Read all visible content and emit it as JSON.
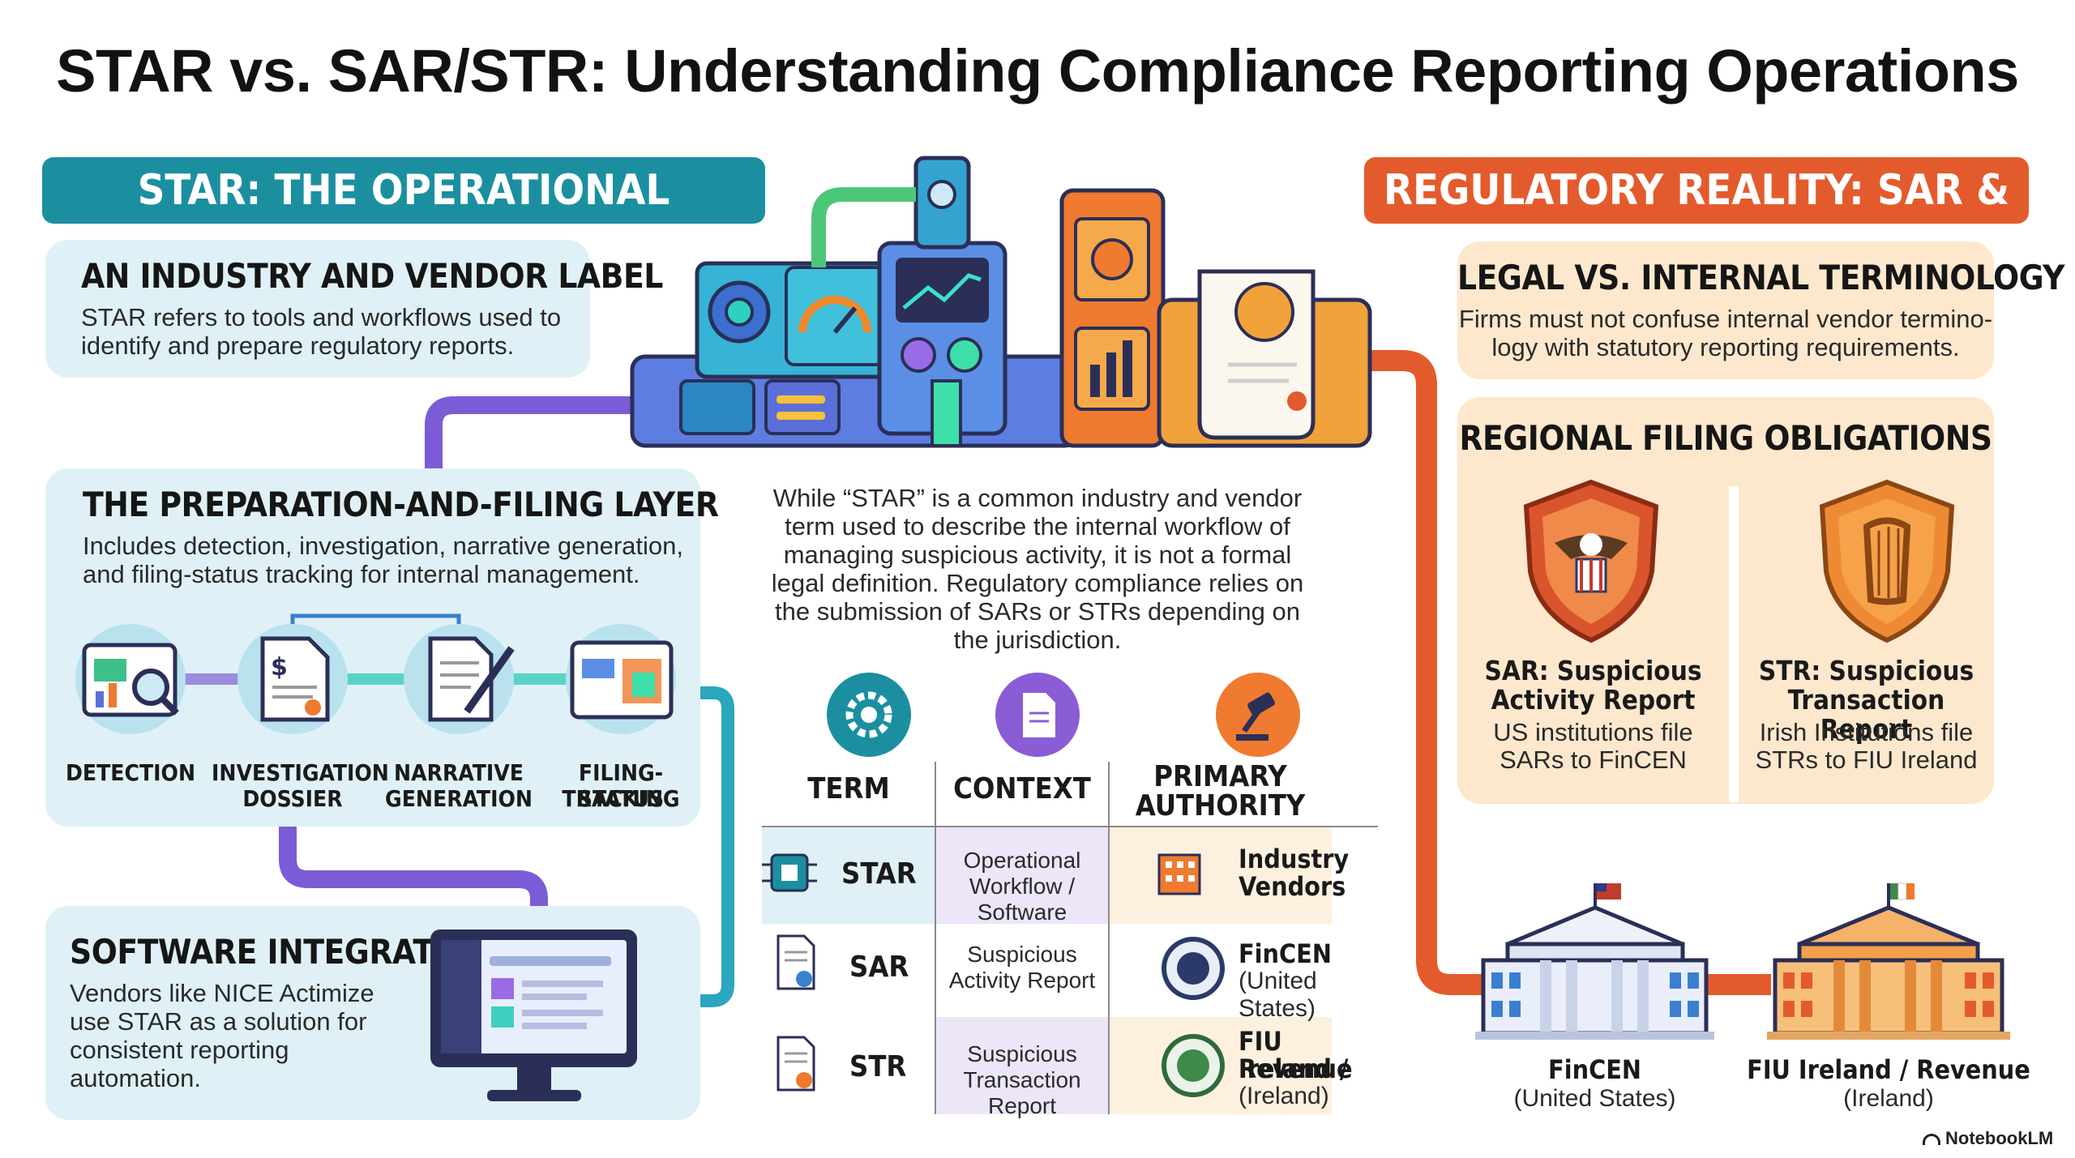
{
  "title": "STAR vs. SAR/STR: Understanding Compliance Reporting Operations",
  "left_banner": "STAR: THE OPERATIONAL WORKFLOW",
  "right_banner": "REGULATORY REALITY: SAR & STR",
  "industry_label": {
    "heading": "AN INDUSTRY AND VENDOR LABEL",
    "text_lines": [
      "STAR refers to tools and workflows used to",
      "identify and prepare regulatory reports."
    ]
  },
  "prep_layer": {
    "heading": "THE PREPARATION-AND-FILING LAYER",
    "text_lines": [
      "Includes detection, investigation, narrative generation,",
      "and filing-status tracking for internal management."
    ],
    "steps": [
      {
        "line1": "DETECTION",
        "line2": "",
        "icon": "magnifier-dashboard-icon"
      },
      {
        "line1": "INVESTIGATION",
        "line2": "DOSSIER",
        "icon": "dossier-document-icon"
      },
      {
        "line1": "NARRATIVE",
        "line2": "GENERATION",
        "icon": "narrative-pen-icon"
      },
      {
        "line1": "FILING-STATUS",
        "line2": "TRACKING",
        "icon": "tracking-screen-icon"
      }
    ]
  },
  "software": {
    "heading": "SOFTWARE INTEGRATION",
    "text_lines": [
      "Vendors like NICE Actimize",
      "use STAR as a solution for",
      "consistent reporting",
      "automation."
    ]
  },
  "center_note_lines": [
    "While “STAR” is a common industry and vendor",
    "term used to describe the internal workflow of",
    "managing suspicious activity, it is not a formal",
    "legal definition. Regulatory compliance relies on",
    "the submission of SARs or STRs depending on",
    "the jurisdiction."
  ],
  "table": {
    "headers": {
      "term": "TERM",
      "context": "CONTEXT",
      "authority_1": "PRIMARY",
      "authority_2": "AUTHORITY"
    },
    "rows": [
      {
        "term": "STAR",
        "context_1": "Operational",
        "context_2": "Workflow / Software",
        "auth_bold_1": "Industry",
        "auth_bold_2": "Vendors",
        "auth_plain": "",
        "icon": "chip-icon"
      },
      {
        "term": "SAR",
        "context_1": "Suspicious",
        "context_2": "Activity Report",
        "auth_bold_1": "FinCEN",
        "auth_bold_2": "",
        "auth_plain": "(United States)",
        "icon": "certificate-icon"
      },
      {
        "term": "STR",
        "context_1": "Suspicious",
        "context_2": "Transaction Report",
        "auth_bold_1": "FIU Ireland /",
        "auth_bold_2": "Revenue",
        "auth_plain": "(Ireland)",
        "icon": "certificate-icon"
      }
    ]
  },
  "legal": {
    "heading": "LEGAL VS. INTERNAL TERMINOLOGY",
    "text_lines": [
      "Firms must not confuse internal vendor termino-",
      "logy with statutory reporting requirements."
    ]
  },
  "regional": {
    "heading": "REGIONAL FILING OBLIGATIONS",
    "sar": {
      "h1": "SAR: Suspicious",
      "h2": "Activity Report",
      "t1": "US institutions file",
      "t2": "SARs to FinCEN",
      "icon": "eagle-shield-icon"
    },
    "str": {
      "h1": "STR: Suspicious",
      "h2": "Transaction Report",
      "t1": "Irish Institutions file",
      "t2": "STRs to FIU Ireland",
      "icon": "harp-shield-icon"
    }
  },
  "buildings": {
    "us": {
      "bold": "FinCEN",
      "plain": "(United States)"
    },
    "ie": {
      "bold": "FIU Ireland / Revenue",
      "plain": "(Ireland)"
    }
  },
  "watermark": "NotebookLM",
  "colors": {
    "teal": "#1b8fa0",
    "orange": "#e35b2c",
    "purple": "#7b5cd6",
    "left_panel": "#dff1f6",
    "right_panel": "#fde8cd"
  }
}
